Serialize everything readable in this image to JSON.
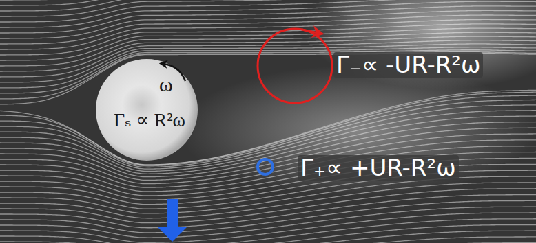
{
  "diagram": {
    "nodes": [
      {
        "text": [
          "ω",
          "Γₛ ∝ R²ω"
        ]
      }
    ],
    "labels": [
      "Γ₋∝ -UR-R²ω",
      "Γ₊∝ +UR-R²ω"
    ]
  }
}
